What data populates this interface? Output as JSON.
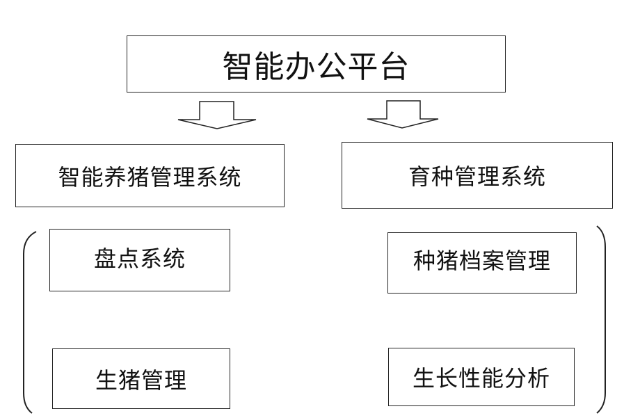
{
  "platform": {
    "title": "智能办公平台"
  },
  "systems": [
    {
      "name": "智能养猪管理系统",
      "modules": [
        "盘点系统",
        "生猪管理"
      ]
    },
    {
      "name": "育种管理系统",
      "modules": [
        "种猪档案管理",
        "生长性能分析"
      ]
    }
  ],
  "colors": {
    "line": "#222222",
    "background": "#ffffff"
  }
}
